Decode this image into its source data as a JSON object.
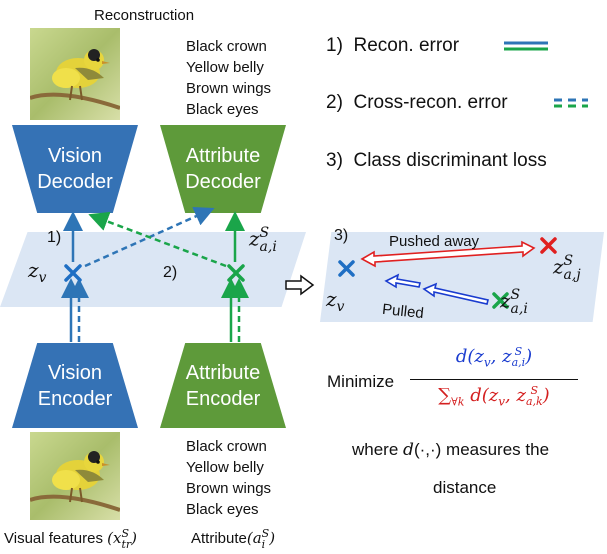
{
  "top": {
    "title": "Reconstruction",
    "attributes": [
      "Black crown",
      "Yellow belly",
      "Brown wings",
      "Black eyes"
    ]
  },
  "decoders": {
    "vision": "Vision Decoder",
    "attribute": "Attribute Decoder"
  },
  "encoders": {
    "vision": "Vision Encoder",
    "attribute": "Attribute Encoder"
  },
  "left_plane": {
    "step1": "1)",
    "step2": "2)"
  },
  "bottom": {
    "attributes": [
      "Black crown",
      "Yellow belly",
      "Brown wings",
      "Black eyes"
    ],
    "visual_caption": "Visual features",
    "attribute_caption": "Attribute"
  },
  "legend": [
    {
      "num": "1)",
      "label": "Recon. error"
    },
    {
      "num": "2)",
      "label": "Cross-recon. error"
    },
    {
      "num": "3)",
      "label": "Class discriminant loss"
    }
  ],
  "right_plane": {
    "step": "3)",
    "pushed": "Pushed away",
    "pulled": "Pulled"
  },
  "formula": {
    "minimize": "Minimize",
    "where_prefix": "where",
    "where_suffix": "measures the",
    "where_line2": "distance"
  },
  "colors": {
    "vision_blue": "#3572b5",
    "attribute_green": "#5e9a3a",
    "arrow_blue": "#2e75b6",
    "arrow_green": "#1aa54a",
    "marker_blue": "#1f6fc4",
    "marker_green": "#1aa54a",
    "marker_red": "#e02020",
    "push_red": "#e02020",
    "pull_blue": "#1a3ccf"
  },
  "icons": [
    "bird-photo",
    "cross-marker",
    "hollow-arrow"
  ]
}
